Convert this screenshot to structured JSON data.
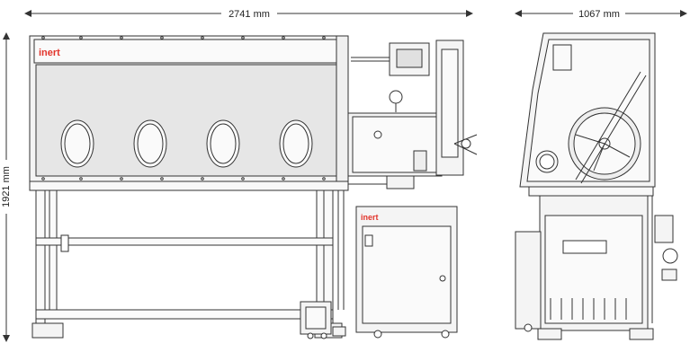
{
  "dimensions": {
    "width_front": "2741 mm",
    "width_side": "1067 mm",
    "height": "1921 mm"
  },
  "brand": {
    "logo_text": "inert",
    "logo_color": "#e2342b"
  },
  "colors": {
    "line": "#333333",
    "window_fill": "#e6e6e6",
    "panel_fill": "#f4f4f4"
  }
}
